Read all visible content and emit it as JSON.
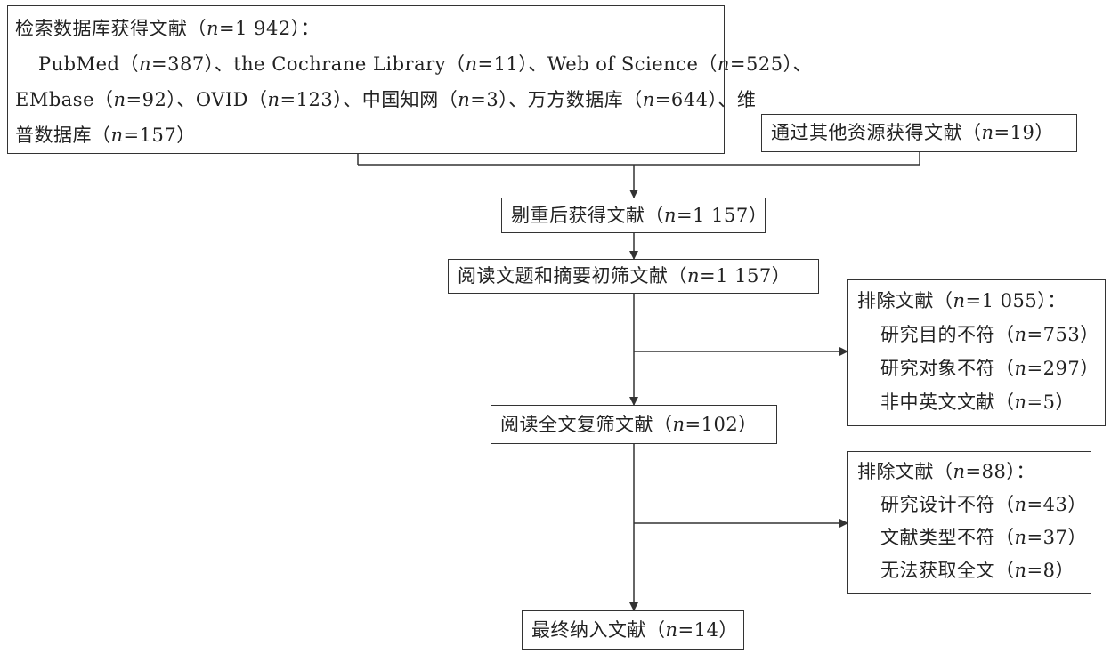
{
  "search_box": {
    "line1": {
      "pre": "检索数据库获得文献（",
      "n": "n",
      "post": "=1 942）："
    },
    "line2": {
      "s1": "PubMed（",
      "n1": "n",
      "p1": "=387）、the Cochrane Library（",
      "n2": "n",
      "p2": "=11）、Web of Science（",
      "n3": "n",
      "p3": "=525）、"
    },
    "line3": {
      "s1": "EMbase（",
      "n1": "n",
      "p1": "=92）、OVID（",
      "n2": "n",
      "p2": "=123）、中国知网（",
      "n3": "n",
      "p3": "=3）、万方数据库（",
      "n4": "n",
      "p4": "=644）、维"
    },
    "line4": {
      "pre": "普数据库（",
      "n": "n",
      "post": "=157）"
    }
  },
  "other_sources": {
    "pre": "通过其他资源获得文献（",
    "n": "n",
    "post": "=19）"
  },
  "dedup": {
    "pre": "剔重后获得文献（",
    "n": "n",
    "post": "=1 157）"
  },
  "screen": {
    "pre": "阅读文题和摘要初筛文献（",
    "n": "n",
    "post": "=1 157）"
  },
  "exclude1": {
    "title": {
      "pre": "排除文献（",
      "n": "n",
      "post": "=1 055）："
    },
    "items": [
      {
        "pre": "研究目的不符（",
        "n": "n",
        "post": "=753）"
      },
      {
        "pre": "研究对象不符（",
        "n": "n",
        "post": "=297）"
      },
      {
        "pre": "非中英文文献（",
        "n": "n",
        "post": "=5）"
      }
    ]
  },
  "fulltext": {
    "pre": "阅读全文复筛文献（",
    "n": "n",
    "post": "=102）"
  },
  "exclude2": {
    "title": {
      "pre": "排除文献（",
      "n": "n",
      "post": "=88）："
    },
    "items": [
      {
        "pre": "研究设计不符（",
        "n": "n",
        "post": "=43）"
      },
      {
        "pre": "文献类型不符（",
        "n": "n",
        "post": "=37）"
      },
      {
        "pre": "无法获取全文（",
        "n": "n",
        "post": "=8）"
      }
    ]
  },
  "final": {
    "pre": "最终纳入文献（",
    "n": "n",
    "post": "=14）"
  }
}
